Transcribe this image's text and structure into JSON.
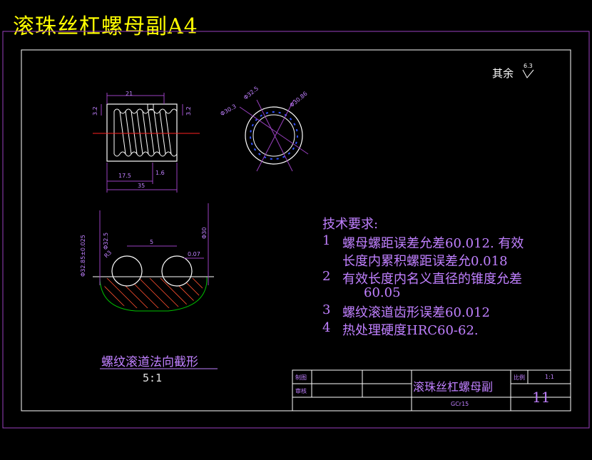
{
  "title": "滚珠丝杠螺母副A4",
  "roughness": {
    "label": "其余",
    "value": "6.3"
  },
  "technical_requirements": {
    "heading": "技术要求:",
    "items": [
      {
        "num": "1",
        "lines": [
          "螺母螺距误差允差60.012. 有效",
          "长度内累积螺距误差允0.018"
        ]
      },
      {
        "num": "2",
        "lines": [
          "有效长度内名义直径的锥度允差",
          "60.05"
        ]
      },
      {
        "num": "3",
        "lines": [
          "螺纹滚道齿形误差60.012"
        ]
      },
      {
        "num": "4",
        "lines": [
          "热处理硬度HRC60-62."
        ]
      }
    ]
  },
  "section_view": {
    "title": "螺纹滚道法向截形",
    "scale": "5:1"
  },
  "dimensions": {
    "front_top": "21",
    "front_left": "3.2",
    "front_right": "3.2",
    "front_bottom_a": "17.5",
    "front_bottom_b": "35",
    "front_bottom_c": "1.6",
    "circle_a": "Φ32.5",
    "circle_b": "Φ30.3",
    "circle_c": "Φ30.86",
    "sec_a": "Φ32.5",
    "sec_b": "5",
    "sec_c": "0.07",
    "sec_d": "Φ30",
    "sec_e": "Φ32.85±0.025",
    "sec_f": "R3"
  },
  "title_block": {
    "drawn": "制图",
    "checked": "审核",
    "part_name": "滚珠丝杠螺母副",
    "scale_label": "比例",
    "scale_value": "1:1",
    "material": "GCr15",
    "drawing_number": "11"
  },
  "colors": {
    "frame": "#ffffff",
    "purple": "#9a40c0",
    "part": "#ffffff",
    "centerline": "#ff2020",
    "hatch": "#ff5030",
    "body_outline": "#00c000",
    "title": "#ffff00"
  }
}
